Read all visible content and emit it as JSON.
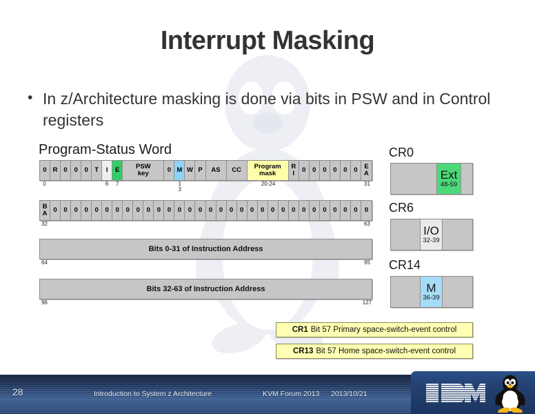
{
  "slide": {
    "title": "Interrupt Masking",
    "bullet_marker": "•",
    "bullet_text": "In z/Architecture masking is done via bits in PSW and in Control registers"
  },
  "psw": {
    "heading": "Program-Status Word",
    "row1": {
      "cells": [
        {
          "label": "0",
          "w": 1,
          "color": "gray"
        },
        {
          "label": "R",
          "w": 1,
          "color": "gray"
        },
        {
          "label": "0",
          "w": 1,
          "color": "gray"
        },
        {
          "label": "0",
          "w": 1,
          "color": "gray"
        },
        {
          "label": "0",
          "w": 1,
          "color": "gray"
        },
        {
          "label": "T",
          "w": 1,
          "color": "gray"
        },
        {
          "label": "I",
          "w": 1,
          "color": "white"
        },
        {
          "label": "E",
          "w": 1,
          "color": "green"
        },
        {
          "label": "PSW key",
          "w": 4,
          "color": "gray"
        },
        {
          "label": "0",
          "w": 1,
          "color": "gray"
        },
        {
          "label": "M",
          "w": 1,
          "color": "blue"
        },
        {
          "label": "W",
          "w": 1,
          "color": "gray"
        },
        {
          "label": "P",
          "w": 1,
          "color": "gray"
        },
        {
          "label": "AS",
          "w": 2,
          "color": "gray"
        },
        {
          "label": "CC",
          "w": 2,
          "color": "gray"
        },
        {
          "label": "Program mask",
          "w": 4,
          "color": "yellow"
        },
        {
          "label": "R I",
          "w": 1,
          "color": "gray"
        },
        {
          "label": "0",
          "w": 1,
          "color": "gray"
        },
        {
          "label": "0",
          "w": 1,
          "color": "gray"
        },
        {
          "label": "0",
          "w": 1,
          "color": "gray"
        },
        {
          "label": "0",
          "w": 1,
          "color": "gray"
        },
        {
          "label": "0",
          "w": 1,
          "color": "gray"
        },
        {
          "label": "0",
          "w": 1,
          "color": "gray"
        },
        {
          "label": "E A",
          "w": 1,
          "color": "gray"
        }
      ],
      "ticks": [
        {
          "text": "0",
          "pos": 0.5
        },
        {
          "text": "6",
          "pos": 6.5
        },
        {
          "text": "7",
          "pos": 7.5
        },
        {
          "text": "1\n3",
          "pos": 13.5
        },
        {
          "text": "20-24",
          "pos": 22.0
        },
        {
          "text": "31",
          "pos": 31.5
        }
      ]
    },
    "row2": {
      "cells": [
        {
          "label": "B A",
          "w": 1,
          "color": "gray"
        },
        {
          "label": "0",
          "w": 1,
          "color": "gray"
        },
        {
          "label": "0",
          "w": 1,
          "color": "gray"
        },
        {
          "label": "0",
          "w": 1,
          "color": "gray"
        },
        {
          "label": "0",
          "w": 1,
          "color": "gray"
        },
        {
          "label": "0",
          "w": 1,
          "color": "gray"
        },
        {
          "label": "0",
          "w": 1,
          "color": "gray"
        },
        {
          "label": "0",
          "w": 1,
          "color": "gray"
        },
        {
          "label": "0",
          "w": 1,
          "color": "gray"
        },
        {
          "label": "0",
          "w": 1,
          "color": "gray"
        },
        {
          "label": "0",
          "w": 1,
          "color": "gray"
        },
        {
          "label": "0",
          "w": 1,
          "color": "gray"
        },
        {
          "label": "0",
          "w": 1,
          "color": "gray"
        },
        {
          "label": "0",
          "w": 1,
          "color": "gray"
        },
        {
          "label": "0",
          "w": 1,
          "color": "gray"
        },
        {
          "label": "0",
          "w": 1,
          "color": "gray"
        },
        {
          "label": "0",
          "w": 1,
          "color": "gray"
        },
        {
          "label": "0",
          "w": 1,
          "color": "gray"
        },
        {
          "label": "0",
          "w": 1,
          "color": "gray"
        },
        {
          "label": "0",
          "w": 1,
          "color": "gray"
        },
        {
          "label": "0",
          "w": 1,
          "color": "gray"
        },
        {
          "label": "0",
          "w": 1,
          "color": "gray"
        },
        {
          "label": "0",
          "w": 1,
          "color": "gray"
        },
        {
          "label": "0",
          "w": 1,
          "color": "gray"
        },
        {
          "label": "0",
          "w": 1,
          "color": "gray"
        },
        {
          "label": "0",
          "w": 1,
          "color": "gray"
        },
        {
          "label": "0",
          "w": 1,
          "color": "gray"
        },
        {
          "label": "0",
          "w": 1,
          "color": "gray"
        },
        {
          "label": "0",
          "w": 1,
          "color": "gray"
        },
        {
          "label": "0",
          "w": 1,
          "color": "gray"
        },
        {
          "label": "0",
          "w": 1,
          "color": "gray"
        },
        {
          "label": "0",
          "w": 1,
          "color": "gray"
        }
      ],
      "ticks": [
        {
          "text": "32",
          "pos": 0.5
        },
        {
          "text": "63",
          "pos": 31.5
        }
      ]
    },
    "addr_hi": {
      "label": "Bits 0-31 of Instruction Address",
      "ticks": [
        {
          "text": "64",
          "pos": 0.5
        },
        {
          "text": "95",
          "pos": 31.5
        }
      ]
    },
    "addr_lo": {
      "label": "Bits 32-63 of Instruction Address",
      "ticks": [
        {
          "text": "96",
          "pos": 0.5
        },
        {
          "text": "127",
          "pos": 31.5
        }
      ]
    }
  },
  "control_registers": [
    {
      "label": "CR0",
      "segments": [
        {
          "name": "",
          "range": "",
          "color": "gray",
          "w": 68
        },
        {
          "name": "Ext",
          "range": "48-59",
          "color": "green",
          "w": 36
        },
        {
          "name": "",
          "range": "",
          "color": "gray",
          "w": 16
        }
      ]
    },
    {
      "label": "CR6",
      "segments": [
        {
          "name": "",
          "range": "",
          "color": "gray",
          "w": 44
        },
        {
          "name": "I/O",
          "range": "32-39",
          "color": "white",
          "w": 32
        },
        {
          "name": "",
          "range": "",
          "color": "gray",
          "w": 44
        }
      ]
    },
    {
      "label": "CR14",
      "segments": [
        {
          "name": "",
          "range": "",
          "color": "gray",
          "w": 44
        },
        {
          "name": "M",
          "range": "36-39",
          "color": "blue",
          "w": 32
        },
        {
          "name": "",
          "range": "",
          "color": "gray",
          "w": 44
        }
      ]
    }
  ],
  "callouts": [
    {
      "reg": "CR1",
      "text": "Bit 57 Primary space-switch-event control"
    },
    {
      "reg": "CR13",
      "text": "Bit 57 Home space-switch-event control"
    }
  ],
  "footer": {
    "page_number": "28",
    "course": "Introduction to System z Architecture",
    "event": "KVM Forum 2013",
    "date": "2013/10/21",
    "logo_ibm": "ibm-logo",
    "logo_tux": "tux-penguin-logo"
  },
  "colors": {
    "accent_green": "#33cc66",
    "accent_blue": "#8ed2f5",
    "accent_yellow": "#ffffaa",
    "cell_gray": "#c6c6c6",
    "footer_blue": "#1d3357",
    "title_text": "#333333"
  }
}
